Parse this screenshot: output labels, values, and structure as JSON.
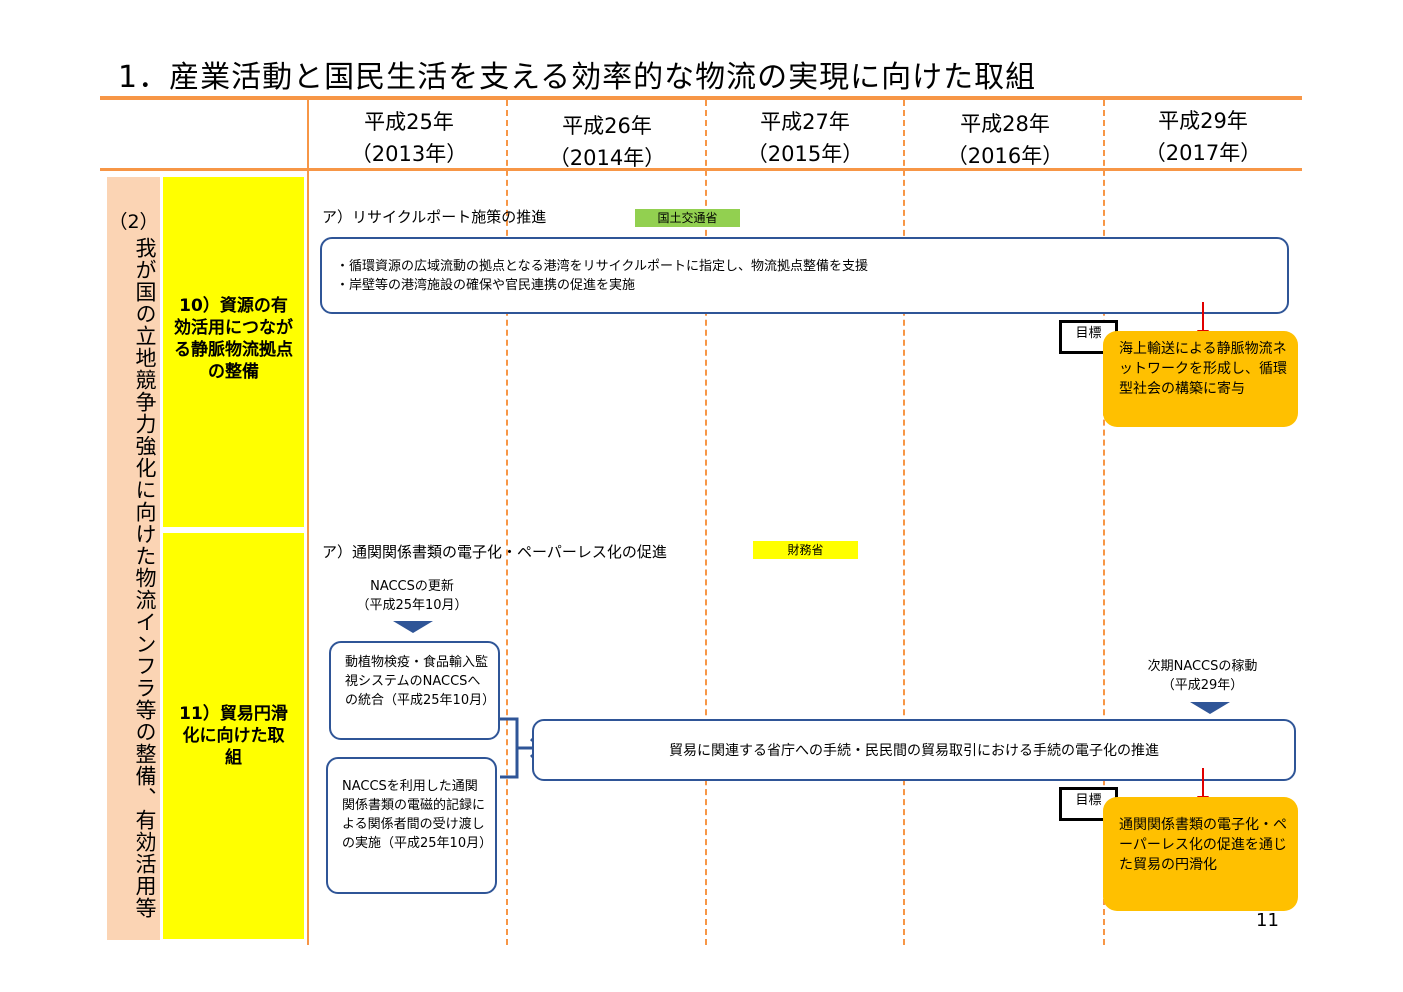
{
  "page": {
    "title": "1．産業活動と国民生活を支える効率的な物流の実現に向けた取組",
    "page_number": "11"
  },
  "years": [
    {
      "label": "平成25年",
      "sub": "（2013年）"
    },
    {
      "label": "平成26年",
      "sub": "（2014年）"
    },
    {
      "label": "平成27年",
      "sub": "（2015年）"
    },
    {
      "label": "平成28年",
      "sub": "（2016年）"
    },
    {
      "label": "平成29年",
      "sub": "（2017年）"
    }
  ],
  "category": {
    "number": "（2）",
    "label": "我が国の立地競争力強化に向けた物流インフラ等の整備、有効活用等"
  },
  "section10": {
    "label": "10）資源の有効活用につながる静脈物流拠点の整備",
    "heading": "ア）リサイクルポート施策の推進",
    "ministry": "国土交通省",
    "ministry_color": "#92d050",
    "bullets": [
      "・循環資源の広域流動の拠点となる港湾をリサイクルポートに指定し、物流拠点整備を支援",
      "・岸壁等の港湾施設の確保や官民連携の促進を実施"
    ],
    "goal_label": "目標",
    "goal_text": "海上輸送による静脈物流ネットワークを形成し、循環型社会の構築に寄与"
  },
  "section11": {
    "label": "11）貿易円滑化に向けた取組",
    "heading": "ア）通関関係書類の電子化・ペーパーレス化の促進",
    "ministry": "財務省",
    "ministry_color": "#ffff00",
    "naccs_update": "NACCSの更新",
    "naccs_update_date": "（平成25年10月）",
    "box1": "動植物検疫・食品輸入監視システムのNACCSへの統合（平成25年10月）",
    "box2": "NACCSを利用した通関関係書類の電磁的記録による関係者間の受け渡しの実施（平成25年10月）",
    "main_bar": "貿易に関連する省庁への手続・民民間の貿易取引における手続の電子化の推進",
    "next_naccs": "次期NACCSの稼動",
    "next_naccs_date": "（平成29年）",
    "goal_label": "目標",
    "goal_text": "通関関係書類の電子化・ペーパーレス化の促進を通じた貿易の円滑化"
  },
  "colors": {
    "accent_orange": "#f79646",
    "box_border": "#2f5597",
    "goal_fill": "#ffc000",
    "label_yellow": "#ffff00",
    "category_fill": "#fbd4b4",
    "arrow_red": "#e00000"
  }
}
